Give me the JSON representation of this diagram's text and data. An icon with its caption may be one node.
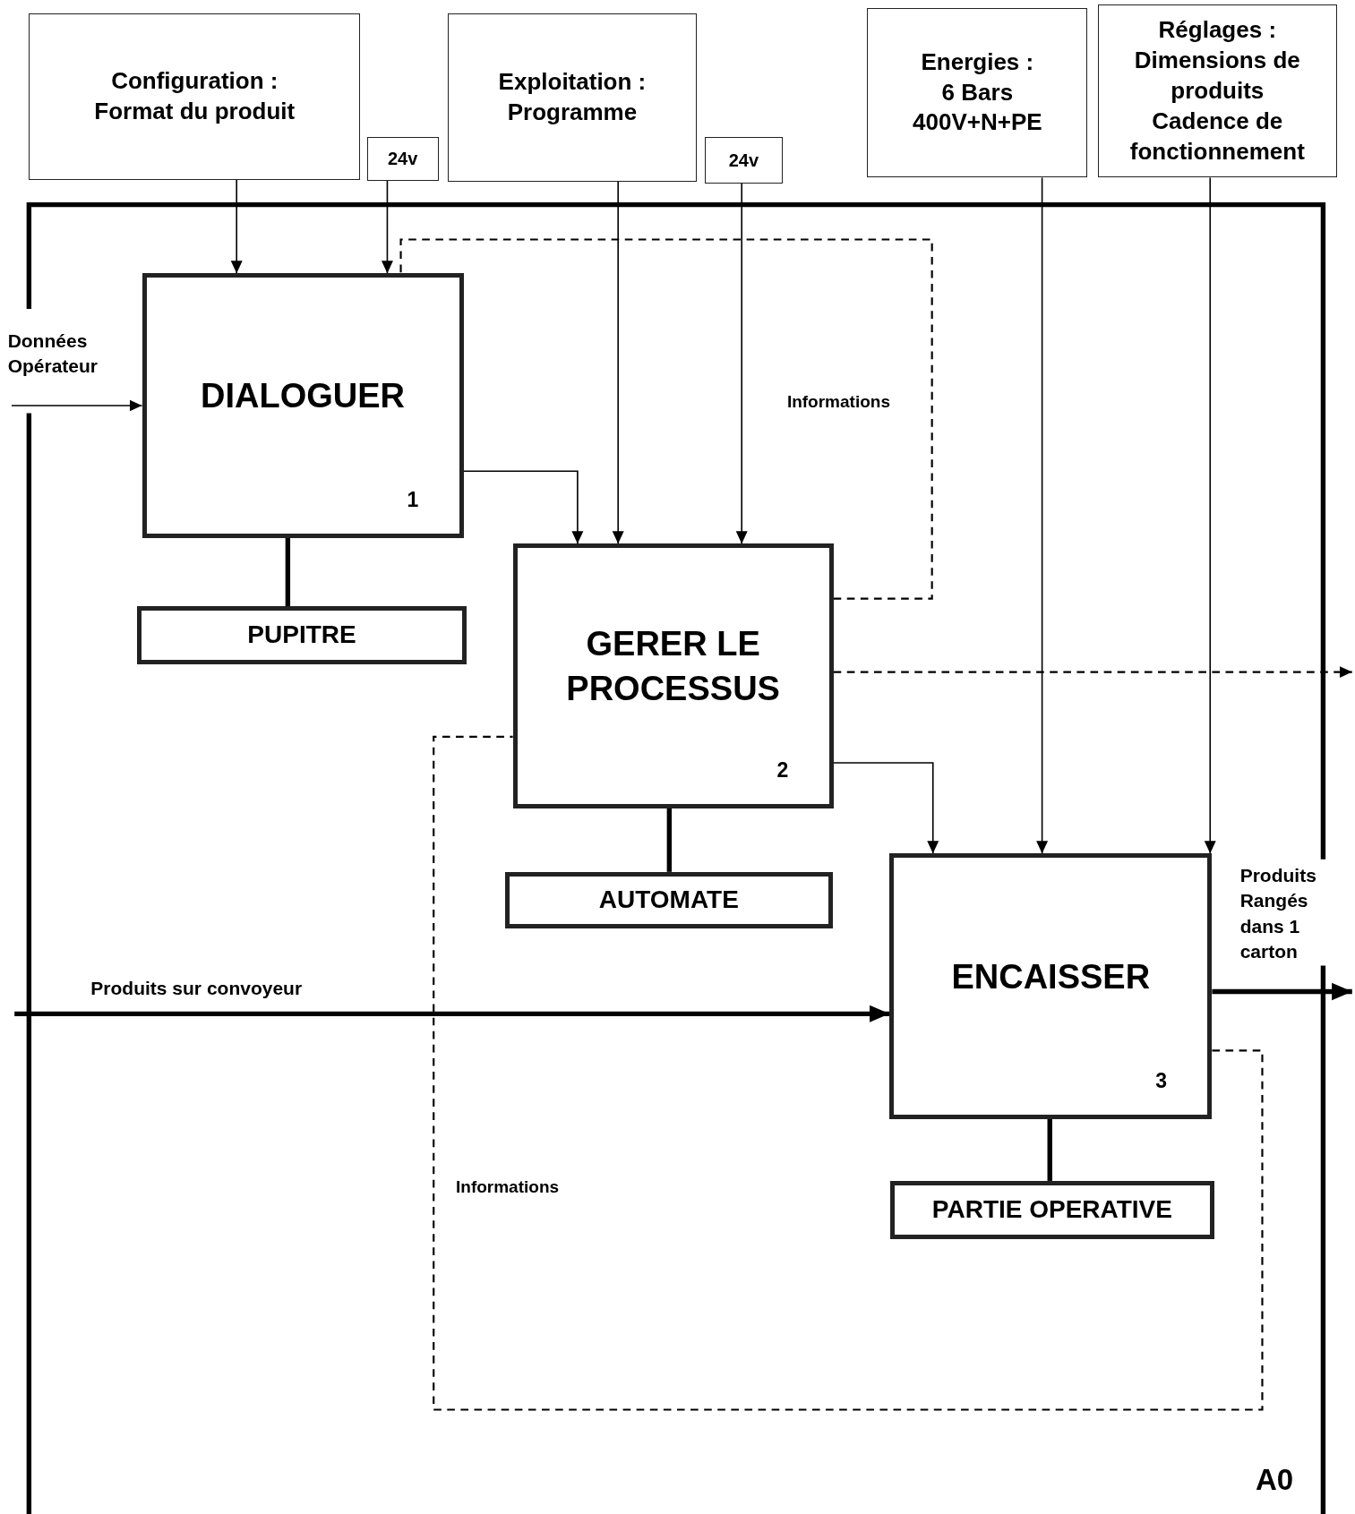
{
  "diagram": {
    "nodes": [
      {
        "text": [
          "Configuration :",
          "Format du produit"
        ]
      },
      {
        "text": [
          "24v"
        ]
      },
      {
        "text": [
          "Exploitation :",
          "Programme"
        ]
      },
      {
        "text": [
          "24v"
        ]
      },
      {
        "text": [
          "Energies :",
          "6 Bars",
          "400V+N+PE"
        ]
      },
      {
        "text": [
          "Réglages :",
          "Dimensions de produits",
          "Cadence de fonctionnement"
        ]
      },
      {
        "text": [
          "DIALOGUER",
          "1"
        ]
      },
      {
        "text": [
          "PUPITRE"
        ]
      },
      {
        "text": [
          "GERER LE PROCESSUS",
          "2"
        ]
      },
      {
        "text": [
          "AUTOMATE"
        ]
      },
      {
        "text": [
          "ENCAISSER",
          "3"
        ]
      },
      {
        "text": [
          "PARTIE OPERATIVE"
        ]
      }
    ],
    "edges": [
      {
        "from": 0,
        "to": 6,
        "arrow": "to"
      },
      {
        "from": 1,
        "to": 6,
        "arrow": "to"
      },
      {
        "from": 2,
        "to": 8,
        "arrow": "to"
      },
      {
        "from": 3,
        "to": 8,
        "arrow": "to"
      },
      {
        "from": 4,
        "to": 10,
        "arrow": "to"
      },
      {
        "from": 5,
        "to": 10,
        "arrow": "to"
      },
      {
        "from": null,
        "to": 6,
        "arrow": "to",
        "label": "Données Opérateur"
      },
      {
        "from": 6,
        "to": 8,
        "arrow": "to"
      },
      {
        "from": 8,
        "to": 6,
        "arrow": "none",
        "style": "dashed",
        "label": "Informations"
      },
      {
        "from": 8,
        "to": null,
        "arrow": "to",
        "style": "dashed"
      },
      {
        "from": 8,
        "to": 10,
        "arrow": "to"
      },
      {
        "from": 10,
        "to": 8,
        "arrow": "none",
        "style": "dashed",
        "label": "Informations"
      },
      {
        "from": null,
        "to": 10,
        "arrow": "to",
        "style": "thick",
        "label": "Produits sur convoyeur"
      },
      {
        "from": 10,
        "to": null,
        "arrow": "to",
        "style": "thick",
        "label": "Produits Rangés dans 1 carton"
      },
      {
        "from": 6,
        "to": 7,
        "arrow": "none",
        "style": "thick"
      },
      {
        "from": 8,
        "to": 9,
        "arrow": "none",
        "style": "thick"
      },
      {
        "from": 10,
        "to": 11,
        "arrow": "none",
        "style": "thick"
      }
    ],
    "labels": [
      "A0"
    ]
  }
}
